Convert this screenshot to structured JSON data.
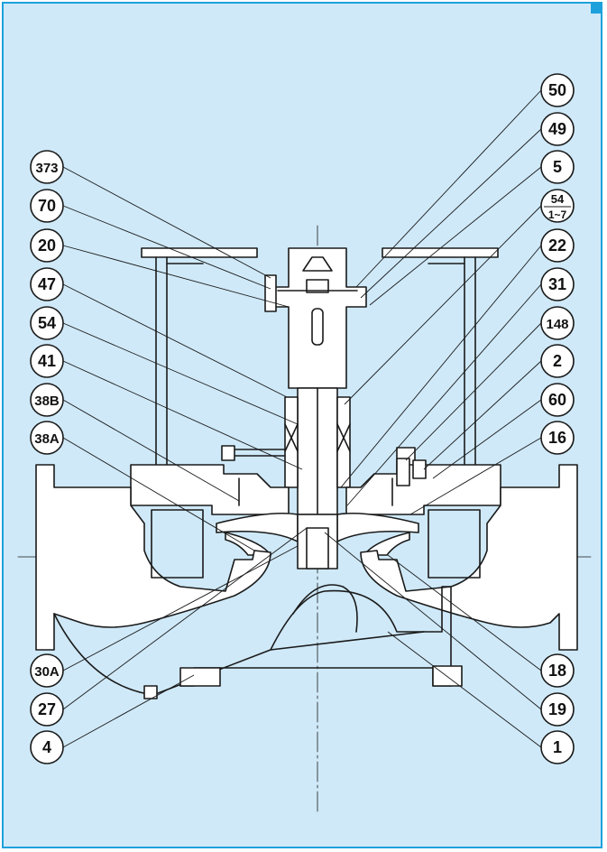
{
  "accent_color": "#1da1dc",
  "background_color": "#cfe9f8",
  "labels_left": [
    "373",
    "70",
    "20",
    "47",
    "54",
    "41",
    "38B",
    "38A",
    "30A",
    "27",
    "4"
  ],
  "labels_right": [
    "50",
    "49",
    "5",
    "22",
    "31",
    "148",
    "2",
    "60",
    "16",
    "18",
    "19",
    "1"
  ],
  "fraction_label": {
    "numerator": "54",
    "denominator": "1~7"
  }
}
